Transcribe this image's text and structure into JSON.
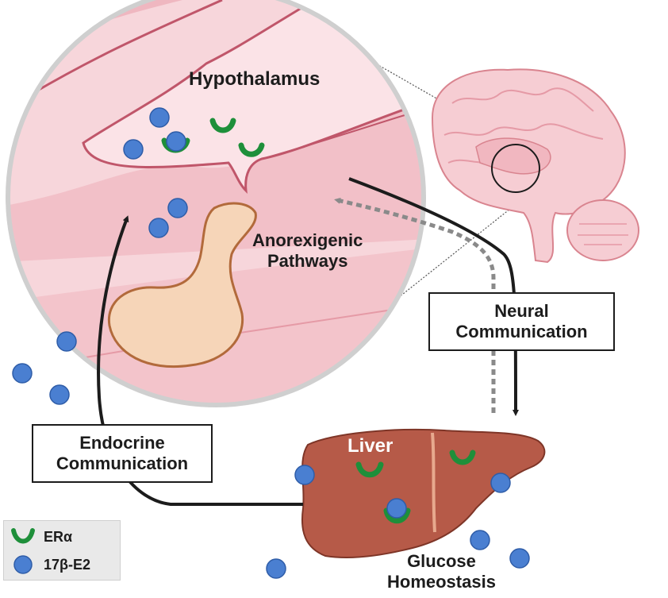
{
  "labels": {
    "hypothalamus": "Hypothalamus",
    "anorexigenic_line1": "Anorexigenic",
    "anorexigenic_line2": "Pathways",
    "liver": "Liver",
    "glucose_line1": "Glucose",
    "glucose_line2": "Homeostasis"
  },
  "boxes": {
    "neural_line1": "Neural",
    "neural_line2": "Communication",
    "endocrine_line1": "Endocrine",
    "endocrine_line2": "Communication"
  },
  "legend": {
    "items": [
      {
        "label": "ERα",
        "icon": "receptor-cup-icon",
        "color": "#1e8f3a"
      },
      {
        "label": "17β-E2",
        "icon": "estradiol-dot-icon",
        "color": "#4a7fd1"
      }
    ]
  },
  "colors": {
    "tissue_pink": "#f3c4cb",
    "tissue_dark": "#c0566a",
    "pituitary": "#f6d5b8",
    "liver": "#b65a48",
    "receptor": "#1e8f3a",
    "estradiol": "#4a7fd1",
    "arrow": "#1c1c1c",
    "dashed_arrow": "#8a8a8a"
  }
}
